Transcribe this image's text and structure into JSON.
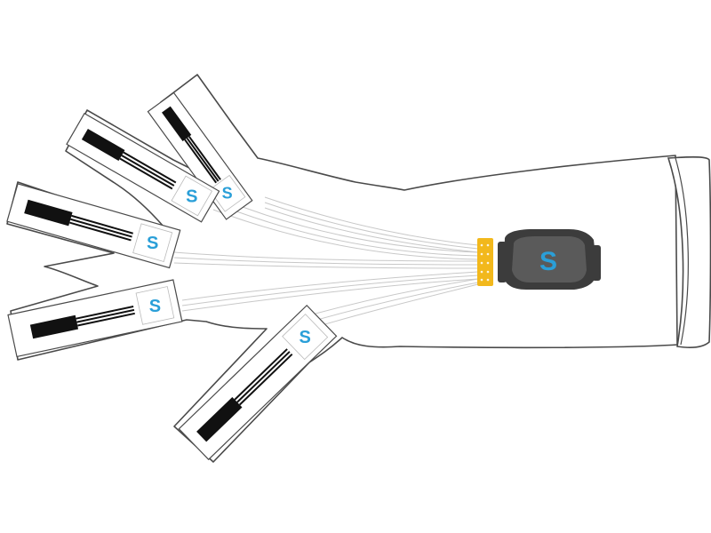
{
  "illustration": {
    "subject": "sensor-glove",
    "brand_mark": "S",
    "colors": {
      "background": "#ffffff",
      "glove_outline": "#4a4a4a",
      "wire": "#c8c8c8",
      "sensor_ink": "#111111",
      "brand_blue": "#2a9fd8",
      "connector_gold": "#f2b81c",
      "module_dark": "#3c3c3c",
      "module_light": "#5a5a5a"
    },
    "sensors": [
      {
        "name": "thumb-sensor"
      },
      {
        "name": "index-sensor"
      },
      {
        "name": "middle-sensor"
      },
      {
        "name": "ring-sensor"
      },
      {
        "name": "pinky-sensor"
      }
    ],
    "module": {
      "name": "wrist-module"
    },
    "connector": {
      "name": "ribbon-connector"
    }
  }
}
